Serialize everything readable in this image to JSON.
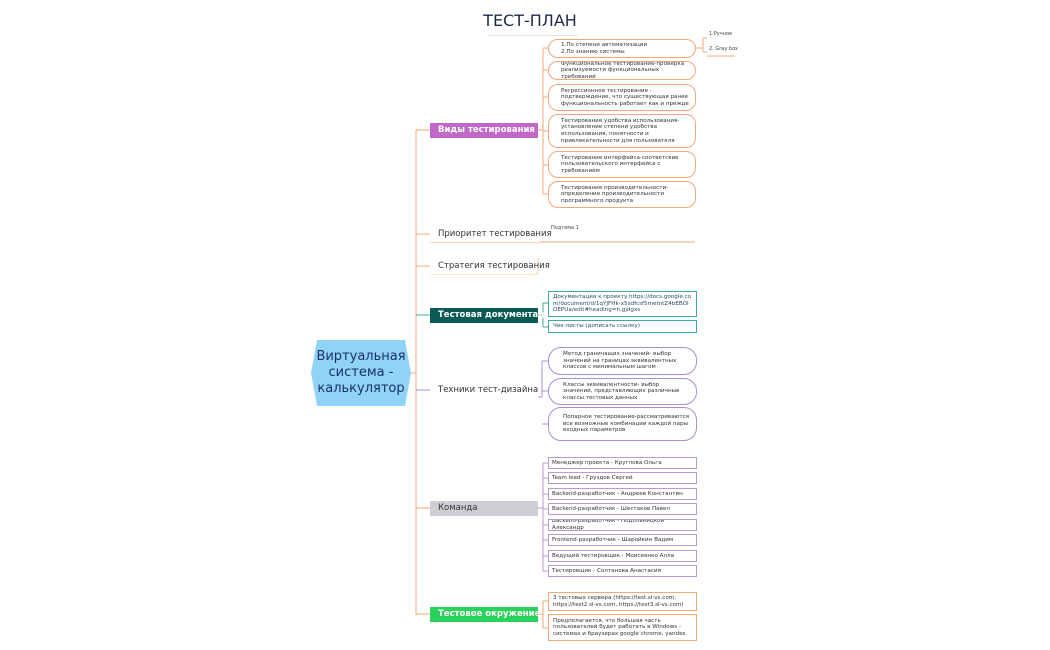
{
  "title": "ТЕСТ-ПЛАН",
  "root": "Виртуальная система - калькулятор",
  "colors": {
    "root": "#8fd3f6",
    "vidy": "#c169c9",
    "doc": "#0c5a55",
    "team": "#cfcdd3",
    "env": "#2ad15a",
    "line_orange": "#f3a77a",
    "line_teal": "#3fa8a0",
    "line_purple": "#a98fcf"
  },
  "branches": {
    "vidy": {
      "label": "Виды тестирования",
      "items": [
        "1.По степени автоматизации\n2.По знанию системы",
        "Функциональное тестирование-проверка реализуемости функциональных требований",
        "Регрессионное тестирование - подтверждение, что существующая ранее функциональность работает как и прежде",
        "Тестирование удобства использования-установление степени удобства использования, понятности и привлекательности для пользователя",
        "Тестирование интерфейса-соответсвие пользовательского интерфейса с требованием",
        "Тестирование производительности-определение производительности программного продукта"
      ],
      "sub": [
        "1.Ручное",
        "2. Gray box"
      ]
    },
    "priority": {
      "label": "Приоритет тестирования",
      "items": [
        "Подтема 1"
      ]
    },
    "strategy": {
      "label": "Стратегия тестирования"
    },
    "docs": {
      "label": "Тестовая документация",
      "items": [
        "Документация к проекту https://docs.google.com/document/d/1qYJFHk-x5sdfcsf5metntZ4bEBOIOEPUa/edit#heading=h.gjdgxs",
        "Чек-листы (дописать ссылку)"
      ]
    },
    "techniques": {
      "label": "Техники тест-дизайна",
      "items": [
        "Метод граничащих значений- выбор значений на границах эквивалентных классов с минимальным шагом",
        "Классы эквивалентности- выбор значений, представляющих различные классы тестовых данных",
        "Попарное тестирование-рассматриваются все возможные комбинации каждой пары входных параметров"
      ]
    },
    "team": {
      "label": "Команда",
      "items": [
        "Менеджер проекта - Круглова Ольга",
        "Team lead - Груздов Сергей",
        "Backend-разработчик - Андреев Константин",
        "Backend-разработчик - Шестаков Павел",
        "Backend-разработчик - Подольницкой Александр",
        "Frontend-разработчик - Шаройкин Вадим",
        "Ведущий тестировщик - Моисеенко Алла",
        "Тестировщик - Солтанова Анастасия"
      ]
    },
    "env": {
      "label": "Тестовое окружение",
      "items": [
        "3 тестовых сервера (https://test.sl-vs.com, https://test2.sl-vs.com, https://test3.sl-vs.com)",
        "Предполагается, что большая часть пользователей будет работать в Windows - системах и браузерах google chrome, yandex"
      ]
    }
  }
}
